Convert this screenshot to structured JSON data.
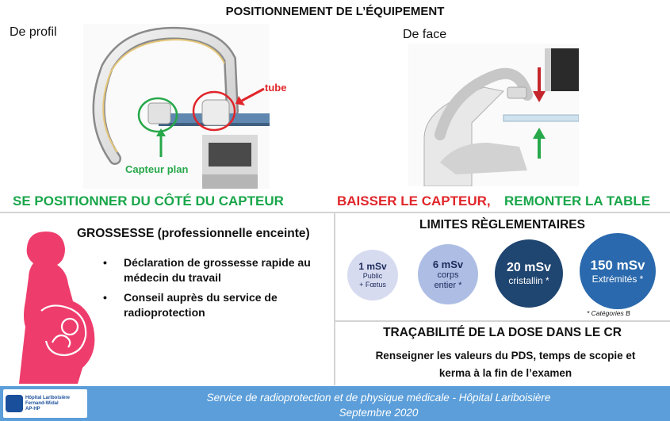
{
  "header": {
    "title": "POSITIONNEMENT DE L’ÉQUIPEMENT",
    "left_view_label": "De profil",
    "right_view_label": "De face"
  },
  "illustration": {
    "tube_label": "tube",
    "capteur_label": "Capteur plan",
    "colors": {
      "red": "#e0262a",
      "green": "#27a84a"
    }
  },
  "instructions": {
    "left": "SE POSITIONNER DU CÔTÉ DU CAPTEUR",
    "right_red": "BAISSER LE CAPTEUR,",
    "right_green": "REMONTER LA TABLE"
  },
  "pregnancy": {
    "title": "GROSSESSE (professionnelle enceinte)",
    "icon": "pregnant-woman-icon",
    "color": "#ee3d6c",
    "bullets": [
      "Déclaration de grossesse rapide au médecin du travail",
      "Conseil auprès du service de radioprotection"
    ]
  },
  "limits": {
    "title": "LIMITES RÈGLEMENTAIRES",
    "items": [
      {
        "value": "1 mSv",
        "line1": "Public",
        "line2": "+ Fœtus"
      },
      {
        "value": "6 mSv",
        "line1": "corps",
        "line2": "entier *"
      },
      {
        "value": "20 mSv",
        "line1": "cristallin *",
        "line2": ""
      },
      {
        "value": "150 mSv",
        "line1": "Extrémités *",
        "line2": ""
      }
    ],
    "footnote": "* Catégories B"
  },
  "tracabilite": {
    "title": "TRAÇABILITÉ DE LA DOSE DANS LE CR",
    "line1": "Renseigner les valeurs du PDS, temps de scopie et",
    "line2": "kerma  à la fin de l’examen"
  },
  "footer": {
    "logo_line1": "Hôpital Lariboisière",
    "logo_line2": "Fernand-Widal",
    "logo_line3": "AP-HP",
    "line1": "Service de radioprotection et de physique médicale - Hôpital Lariboisière",
    "line2": "Septembre 2020",
    "background": "#5b9ed9"
  }
}
